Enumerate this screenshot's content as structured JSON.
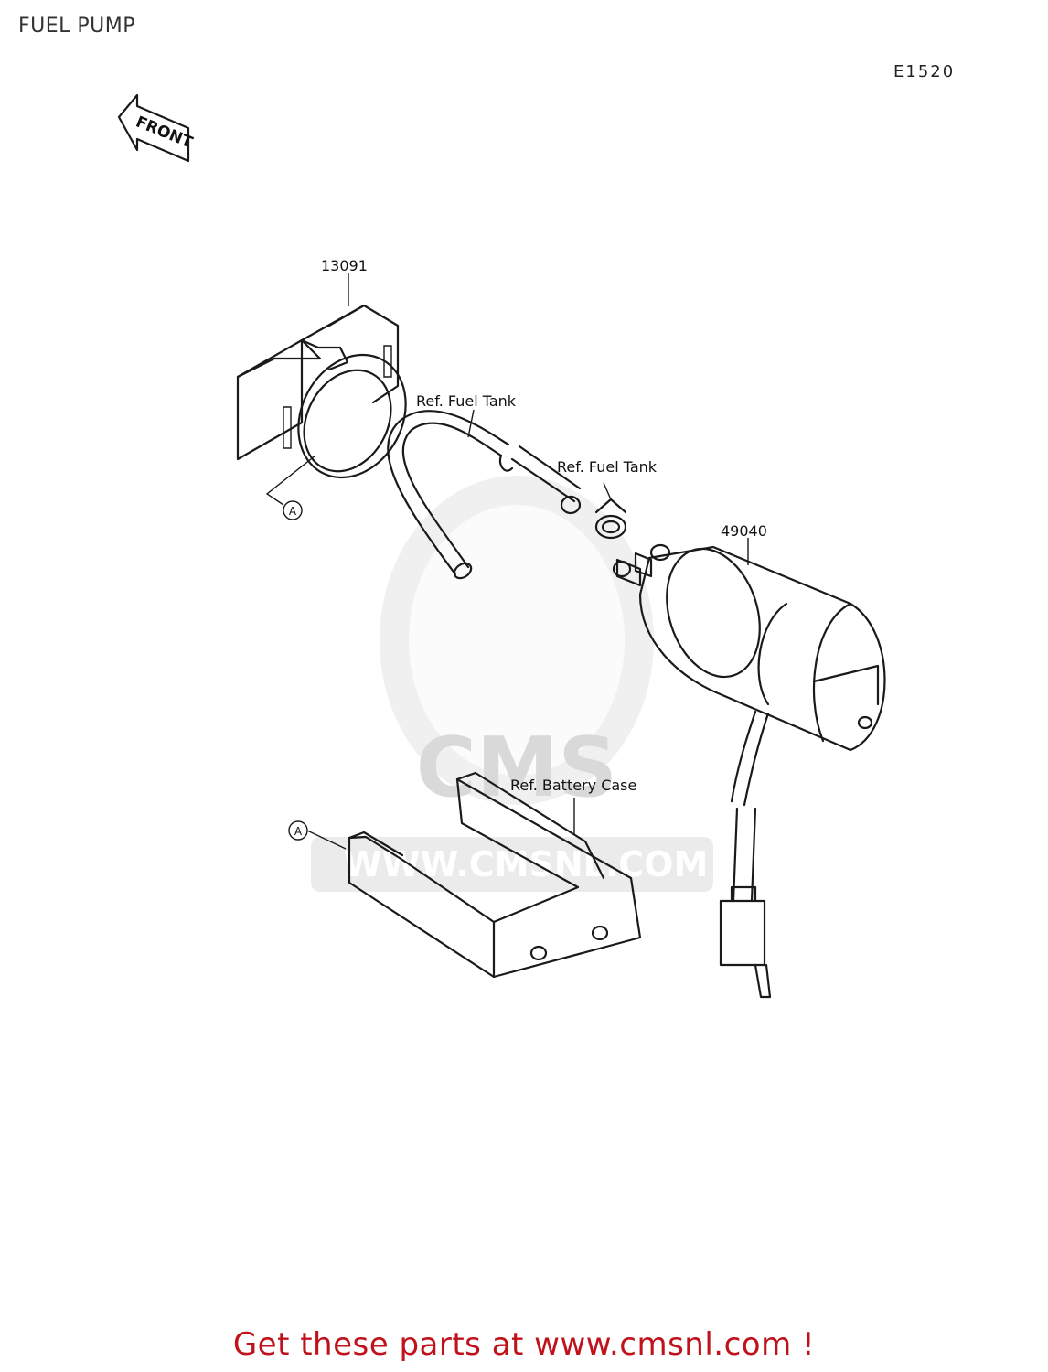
{
  "page": {
    "title": "FUEL PUMP",
    "diagram_code": "E1520"
  },
  "diagram": {
    "front_arrow_label": "FRONT",
    "callouts": [
      {
        "id": "part-13091",
        "text": "13091"
      },
      {
        "id": "ref-fuel-tank-1",
        "text": "Ref. Fuel Tank"
      },
      {
        "id": "ref-fuel-tank-2",
        "text": "Ref. Fuel Tank"
      },
      {
        "id": "part-49040",
        "text": "49040"
      },
      {
        "id": "ref-battery-case",
        "text": "Ref. Battery Case"
      },
      {
        "id": "ref-a-1",
        "text": "A"
      },
      {
        "id": "ref-a-2",
        "text": "A"
      }
    ]
  },
  "watermark": {
    "text": "CMS",
    "url": "WWW.CMSNL.COM"
  },
  "footer": {
    "link_text": "Get these parts at www.cmsnl.com !",
    "color": "#c0121b"
  }
}
